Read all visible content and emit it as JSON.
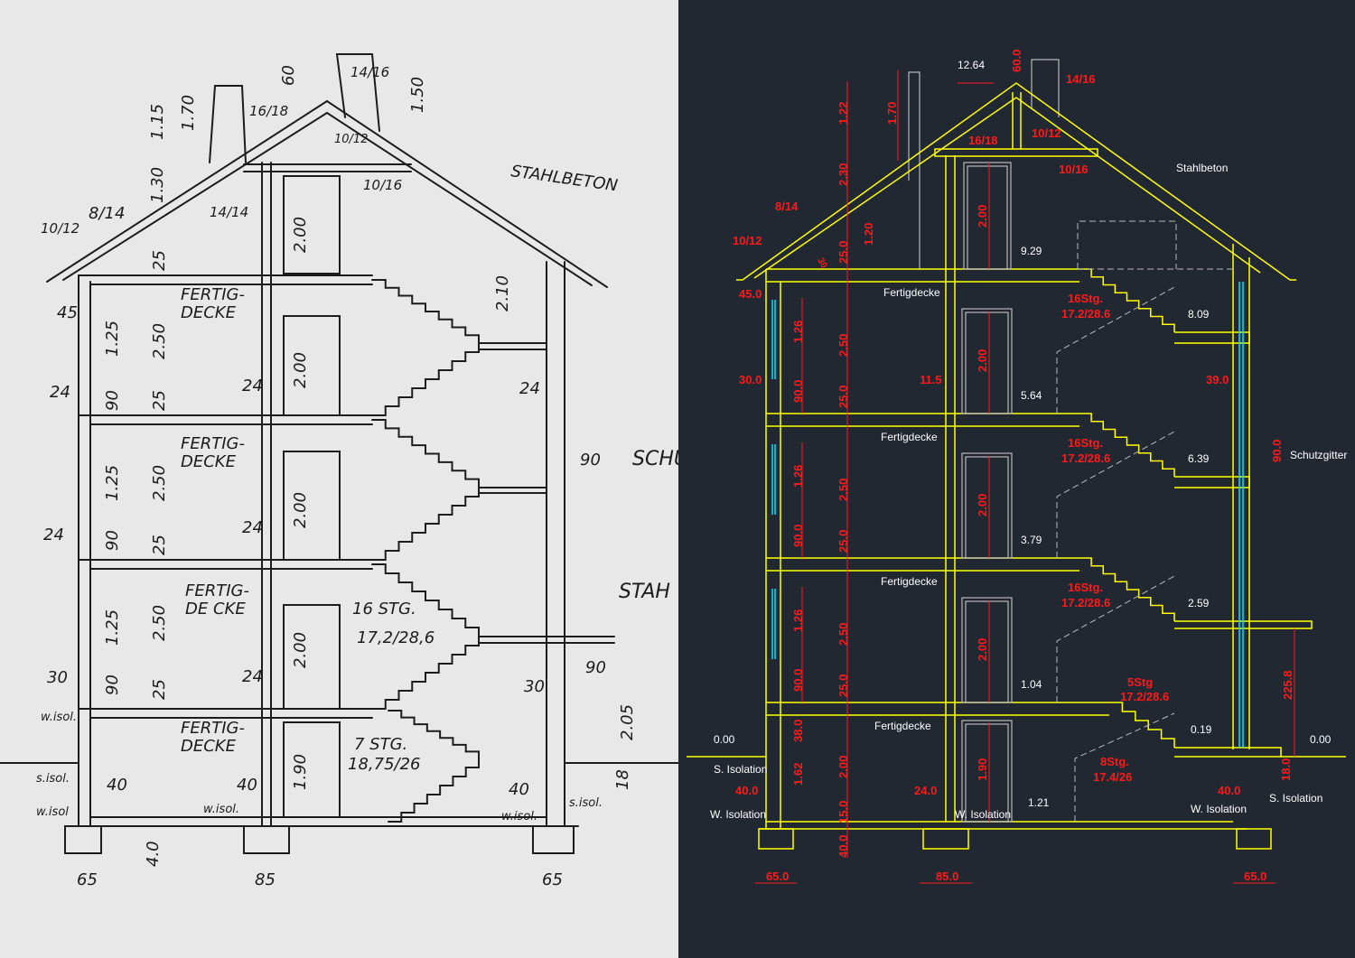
{
  "sketch": {
    "labels": [
      "STAHLBETON",
      "FERTIG-",
      "DECKE",
      "FERTIG-",
      "DECKE",
      "FERTIG-",
      "DE CKE",
      "FERTIG-",
      "DECKE",
      "16 STG.",
      "17,2/28,6",
      "7 STG.",
      "18,75/26",
      "SCHU",
      "STAH",
      "w.isol.",
      "s.isol.",
      "w.isol",
      "w.isol.",
      "s.isol.",
      "w.isol.",
      "65",
      "85",
      "65",
      "8/14",
      "10/12",
      "14/14",
      "16/18",
      "14/16",
      "10/12",
      "10/16",
      "60",
      "1.15",
      "1.70",
      "1.30",
      "1.50",
      "2.10",
      "2.50",
      "2.50",
      "2.50",
      "1.25",
      "1.25",
      "1.25",
      "90",
      "90",
      "90",
      "2.00",
      "2.00",
      "2.00",
      "1.90",
      "2.00",
      "25",
      "25",
      "25",
      "25",
      "24",
      "24",
      "24",
      "24",
      "24",
      "24",
      "30",
      "30",
      "40",
      "40",
      "40",
      "45",
      "90",
      "90",
      "2.05",
      "4.0",
      "18"
    ]
  },
  "cad": {
    "texts_red": [
      "60.0",
      "14/16",
      "16/18",
      "10/12",
      "10/16",
      "8/14",
      "10/12",
      "1.22",
      "1.70",
      "2.30",
      "1.20",
      "2.00",
      "25.0",
      "45.0",
      "1.26",
      "90.0",
      "2.50",
      "25.0",
      "2.00",
      "30.0",
      "11.5",
      "39.0",
      "1.26",
      "90.0",
      "2.50",
      "25.0",
      "2.00",
      "1.26",
      "90.0",
      "2.50",
      "25.0",
      "2.00",
      "90.0",
      "225.8",
      "38.0",
      "1.62",
      "2.00",
      "1.90",
      "15.0",
      "40.0",
      "40.0",
      "24.0",
      "40.0",
      "18.0",
      "65.0",
      "85.0",
      "65.0",
      "16Stg.",
      "17.2/28.6",
      "16Stg.",
      "17.2/28.6",
      "16Stg.",
      "17.2/28.6",
      "5Stg",
      "17.2/28.6",
      "8Stg.",
      "17.4/26",
      "30"
    ],
    "texts_white": [
      "12.64",
      "9.29",
      "8.09",
      "5.64",
      "6.39",
      "3.79",
      "2.59",
      "1.04",
      "0.19",
      "0.00",
      "0.00",
      "1.21",
      "Stahlbeton",
      "Fertigdecke",
      "Fertigdecke",
      "Fertigdecke",
      "Fertigdecke",
      "Schutzgitter",
      "S. Isolation",
      "W. Isolation",
      "W. Isolation",
      "W. Isolation",
      "S. Isolation"
    ]
  },
  "colors": {
    "sketch_bg": "#e8e8e8",
    "cad_bg": "#222831",
    "structure": "#ffff00",
    "dimension": "#ff1a1a",
    "glass": "#00e5ff",
    "hidden": "#b9b9b9"
  }
}
